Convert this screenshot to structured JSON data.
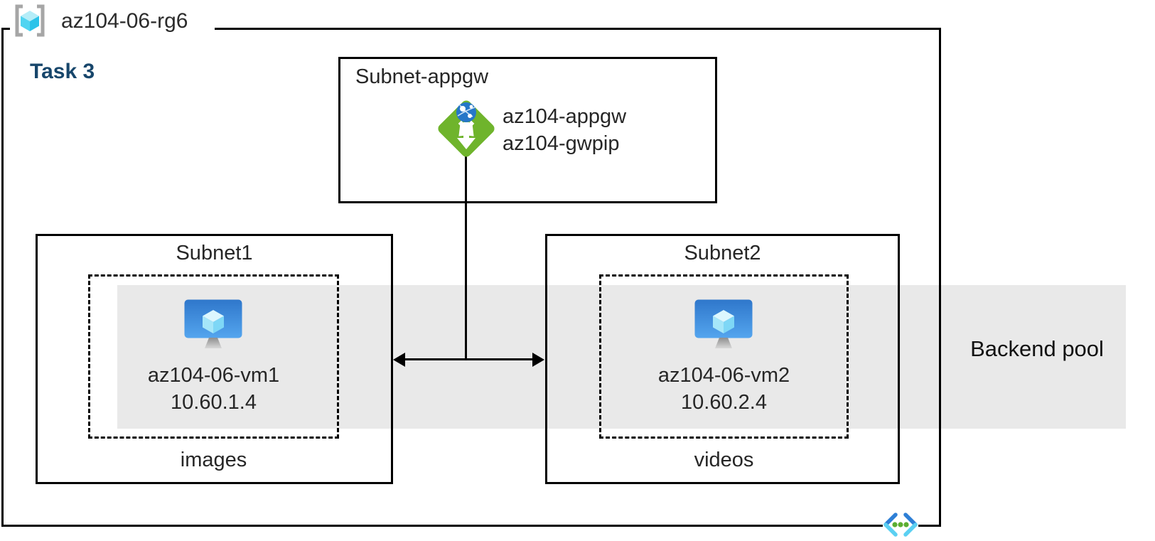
{
  "diagram": {
    "resource_group": {
      "name": "az104-06-rg6",
      "task": "Task 3"
    },
    "appgw_subnet": {
      "title": "Subnet-appgw",
      "gateway_name": "az104-appgw",
      "public_ip_name": "az104-gwpip"
    },
    "subnet1": {
      "title": "Subnet1",
      "vm_name": "az104-06-vm1",
      "vm_ip": "10.60.1.4",
      "caption": "images"
    },
    "subnet2": {
      "title": "Subnet2",
      "vm_name": "az104-06-vm2",
      "vm_ip": "10.60.2.4",
      "caption": "videos"
    },
    "backend_pool": {
      "label": "Backend pool"
    },
    "icons": {
      "resource_group_icon": "azure-resource-group",
      "app_gateway_icon": "azure-application-gateway",
      "vm1_icon": "azure-virtual-machine",
      "vm2_icon": "azure-virtual-machine",
      "vnet_icon": "azure-virtual-network"
    },
    "colors": {
      "task_label": "#17466B",
      "backend_pool_band": "#E9E9E9",
      "app_gateway_green": "#6FB42C",
      "globe_blue": "#2677C8",
      "vm_screen_blue_top": "#2F77CB",
      "vm_screen_blue_bottom": "#54A5EE",
      "cube_cyan_light": "#DCF7FE",
      "cube_cyan_mid": "#A5E6F9",
      "cube_cyan_dark": "#7ED7F6",
      "vnet_dark_blue": "#2E7FD6",
      "vnet_light_cyan": "#5BD0F2",
      "vnet_dot_green": "#5BAE32",
      "outline": "#000000"
    }
  }
}
